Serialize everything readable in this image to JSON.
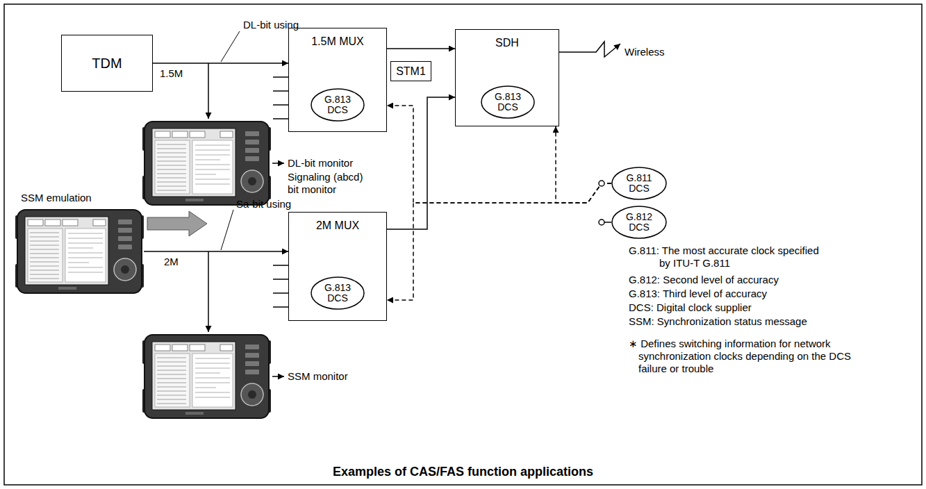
{
  "diagram": {
    "caption": "Examples of CAS/FAS function applications",
    "nodes": [
      {
        "text": [
          "TDM"
        ]
      },
      {
        "text": [
          "1.5M MUX"
        ]
      },
      {
        "text": [
          "G.813 DCS"
        ],
        "in": 1
      },
      {
        "text": [
          "STM1"
        ]
      },
      {
        "text": [
          "SDH"
        ]
      },
      {
        "text": [
          "G.813 DCS"
        ],
        "in": 4
      },
      {
        "text": [
          "G.811 DCS"
        ]
      },
      {
        "text": [
          "G.812 DCS"
        ]
      },
      {
        "text": [
          "2M MUX"
        ]
      },
      {
        "text": [
          "G.813 DCS"
        ],
        "in": 8
      }
    ],
    "edges": [
      {
        "from": 0,
        "to": 1,
        "arrow": "to",
        "label": "1.5M"
      },
      {
        "from": 1,
        "to": 4,
        "arrow": "to"
      },
      {
        "from": 8,
        "to": 4,
        "arrow": "to"
      },
      {
        "from": 6,
        "to": 4,
        "arrow": "to"
      },
      {
        "from": 6,
        "to": 1,
        "arrow": "to"
      },
      {
        "from": 6,
        "to": 8,
        "arrow": "to"
      }
    ],
    "labels": [
      "Wireless",
      "DL-bit using",
      "DL-bit monitor",
      "Signaling (abcd) bit monitor",
      "SSM emulation",
      "Sa-bit using",
      "2M",
      "SSM monitor",
      "G.811: The most accurate clock specified by ITU-T G.811",
      "G.812: Second level of accuracy",
      "G.813: Third level of accuracy",
      "DCS: Digital clock supplier",
      "SSM: Synchronization status message",
      "∗ Defines switching information for network synchronization clocks depending on the DCS failure or trouble"
    ]
  }
}
